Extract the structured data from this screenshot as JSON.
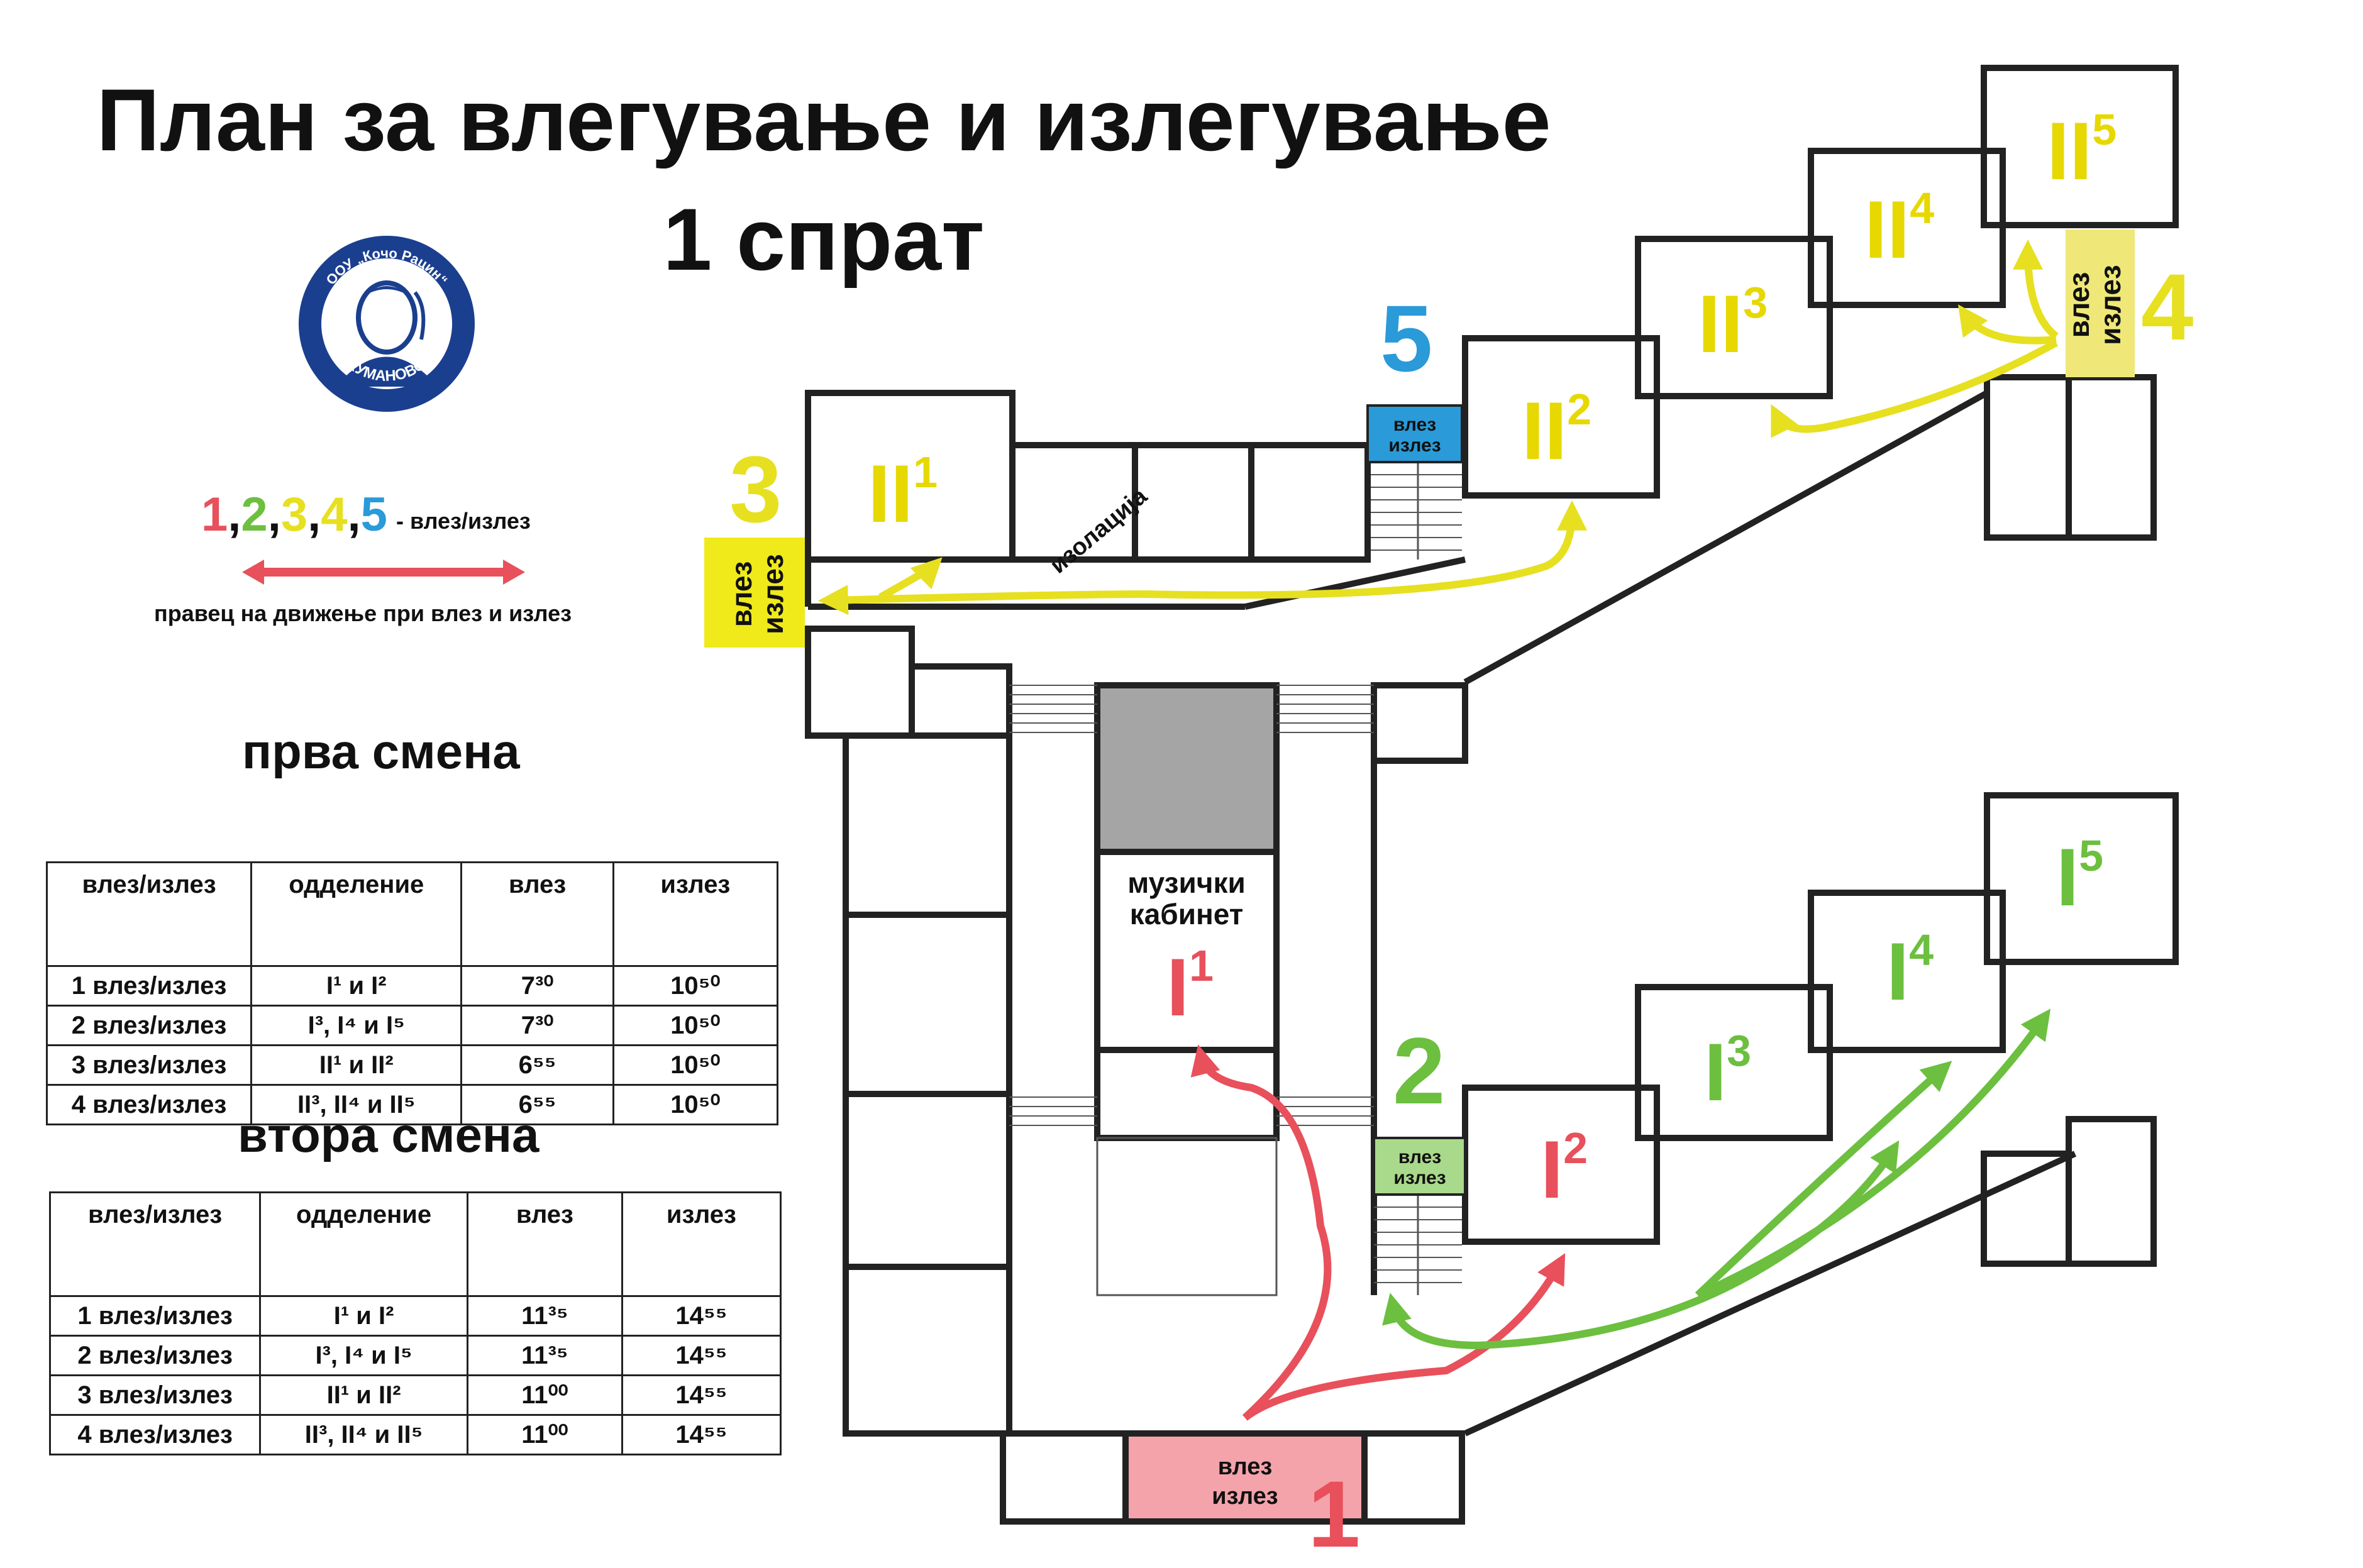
{
  "title_line1": "План за влегување и излегување",
  "title_line2": "1 спрат",
  "logo": {
    "text_top": "ООУ „Кочо Рацин“",
    "text_bottom": "КУМАНОВО"
  },
  "legend": {
    "numbers": [
      {
        "text": "1",
        "color": "#e8505b"
      },
      {
        "text": ",",
        "color": "#111111"
      },
      {
        "text": "2",
        "color": "#6cbf3f"
      },
      {
        "text": ",",
        "color": "#111111"
      },
      {
        "text": "3",
        "color": "#e6e020"
      },
      {
        "text": ",",
        "color": "#111111"
      },
      {
        "text": "4",
        "color": "#e6e020"
      },
      {
        "text": ",",
        "color": "#111111"
      },
      {
        "text": "5",
        "color": "#2a9ad8"
      }
    ],
    "suffix": " - влез/излез",
    "arrow_caption": "правец на движење при влез и излез",
    "arrow_color": "#e8505b"
  },
  "shift1": {
    "title": "прва смена",
    "headers": [
      "влез/излез",
      "одделение",
      "влез",
      "излез"
    ],
    "rows": [
      [
        {
          "t": "1 влез/излез"
        },
        {
          "t": "I",
          "s": "1"
        },
        {
          "t": "7",
          "s": "30"
        },
        {
          "t": "10",
          "s": "50"
        }
      ],
      [
        {
          "t": "2 влез/излез"
        },
        {
          "t": "I",
          "s": "3"
        },
        {
          "t": "7",
          "s": "30"
        },
        {
          "t": "10",
          "s": "50"
        }
      ],
      [
        {
          "t": "3 влез/излез"
        },
        {
          "t": "II",
          "s": "1"
        },
        {
          "t": "6",
          "s": "55"
        },
        {
          "t": "10",
          "s": "50"
        }
      ],
      [
        {
          "t": "4 влез/излез"
        },
        {
          "t": "II",
          "s": "3"
        },
        {
          "t": "6",
          "s": "55"
        },
        {
          "t": "10",
          "s": "50"
        }
      ]
    ],
    "grade_cells": [
      "I¹ и I²",
      "I³, I⁴ и I⁵",
      "II¹ и II²",
      "II³, II⁴ и II⁵"
    ],
    "times_in": [
      "7³⁰",
      "7³⁰",
      "6⁵⁵",
      "6⁵⁵"
    ],
    "times_out": [
      "10⁵⁰",
      "10⁵⁰",
      "10⁵⁰",
      "10⁵⁰"
    ],
    "entries": [
      "1 влез/излез",
      "2 влез/излез",
      "3 влез/излез",
      "4 влез/излез"
    ]
  },
  "shift2": {
    "title": "втора смена",
    "headers": [
      "влез/излез",
      "одделение",
      "влез",
      "излез"
    ],
    "grade_cells": [
      "I¹ и I²",
      "I³, I⁴ и I⁵",
      "II¹ и II²",
      "II³, II⁴ и II⁵"
    ],
    "times_in": [
      "11³⁵",
      "11³⁵",
      "11⁰⁰",
      "11⁰⁰"
    ],
    "times_out": [
      "14⁵⁵",
      "14⁵⁵",
      "14⁵⁵",
      "14⁵⁵"
    ],
    "entries": [
      "1 влез/излез",
      "2 влез/излез",
      "3 влез/излез",
      "4 влез/излез"
    ]
  },
  "rooms": {
    "II1": {
      "base": "II",
      "sup": "1"
    },
    "II2": {
      "base": "II",
      "sup": "2"
    },
    "II3": {
      "base": "II",
      "sup": "3"
    },
    "II4": {
      "base": "II",
      "sup": "4"
    },
    "II5": {
      "base": "II",
      "sup": "5"
    },
    "I1": {
      "base": "I",
      "sup": "1"
    },
    "I2": {
      "base": "I",
      "sup": "2"
    },
    "I3": {
      "base": "I",
      "sup": "3"
    },
    "I4": {
      "base": "I",
      "sup": "4"
    },
    "I5": {
      "base": "I",
      "sup": "5"
    },
    "isolation": "изолација",
    "music_line1": "музички",
    "music_line2": "кабинет"
  },
  "entrances": {
    "label_in": "влез",
    "label_out": "излез",
    "e1": {
      "num": "1",
      "color": "#e8505b",
      "fill": "#f4a3ab"
    },
    "e2": {
      "num": "2",
      "color": "#6cbf3f",
      "fill": "#a9d98a"
    },
    "e3": {
      "num": "3",
      "color": "#e6e020",
      "fill": "#f0ea1a"
    },
    "e4": {
      "num": "4",
      "color": "#e6e020",
      "fill": "#efe878"
    },
    "e5": {
      "num": "5",
      "color": "#2a9ad8",
      "fill": "#2a9ad8"
    }
  },
  "colors": {
    "yellow_room": "#e6d800",
    "red_room": "#e8505b",
    "green_room": "#6cbf3f",
    "gray_room": "#a5a5a5"
  }
}
